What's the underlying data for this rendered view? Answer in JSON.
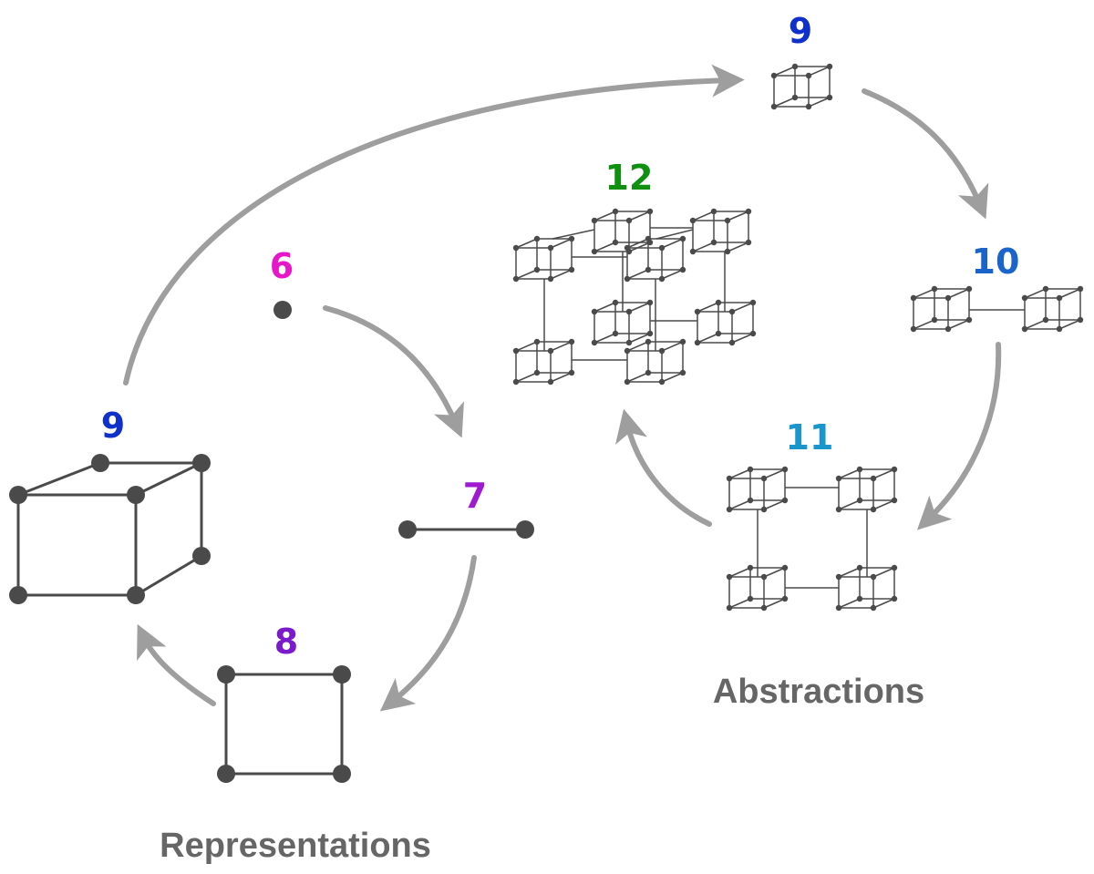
{
  "labels": {
    "n6": "6",
    "n7": "7",
    "n8": "8",
    "n9_rep": "9",
    "n9_abs": "9",
    "n10": "10",
    "n11": "11",
    "n12": "12",
    "representations": "Representations",
    "abstractions": "Abstractions"
  },
  "colors": {
    "n6": "#e617c8",
    "n7": "#a01ad0",
    "n8": "#7a1acc",
    "n9": "#1030cc",
    "n10": "#1a64cc",
    "n11": "#1a96cc",
    "n12": "#109010",
    "arrow": "#9e9e9e",
    "edge": "#4a4a4a",
    "caption": "#666666"
  }
}
